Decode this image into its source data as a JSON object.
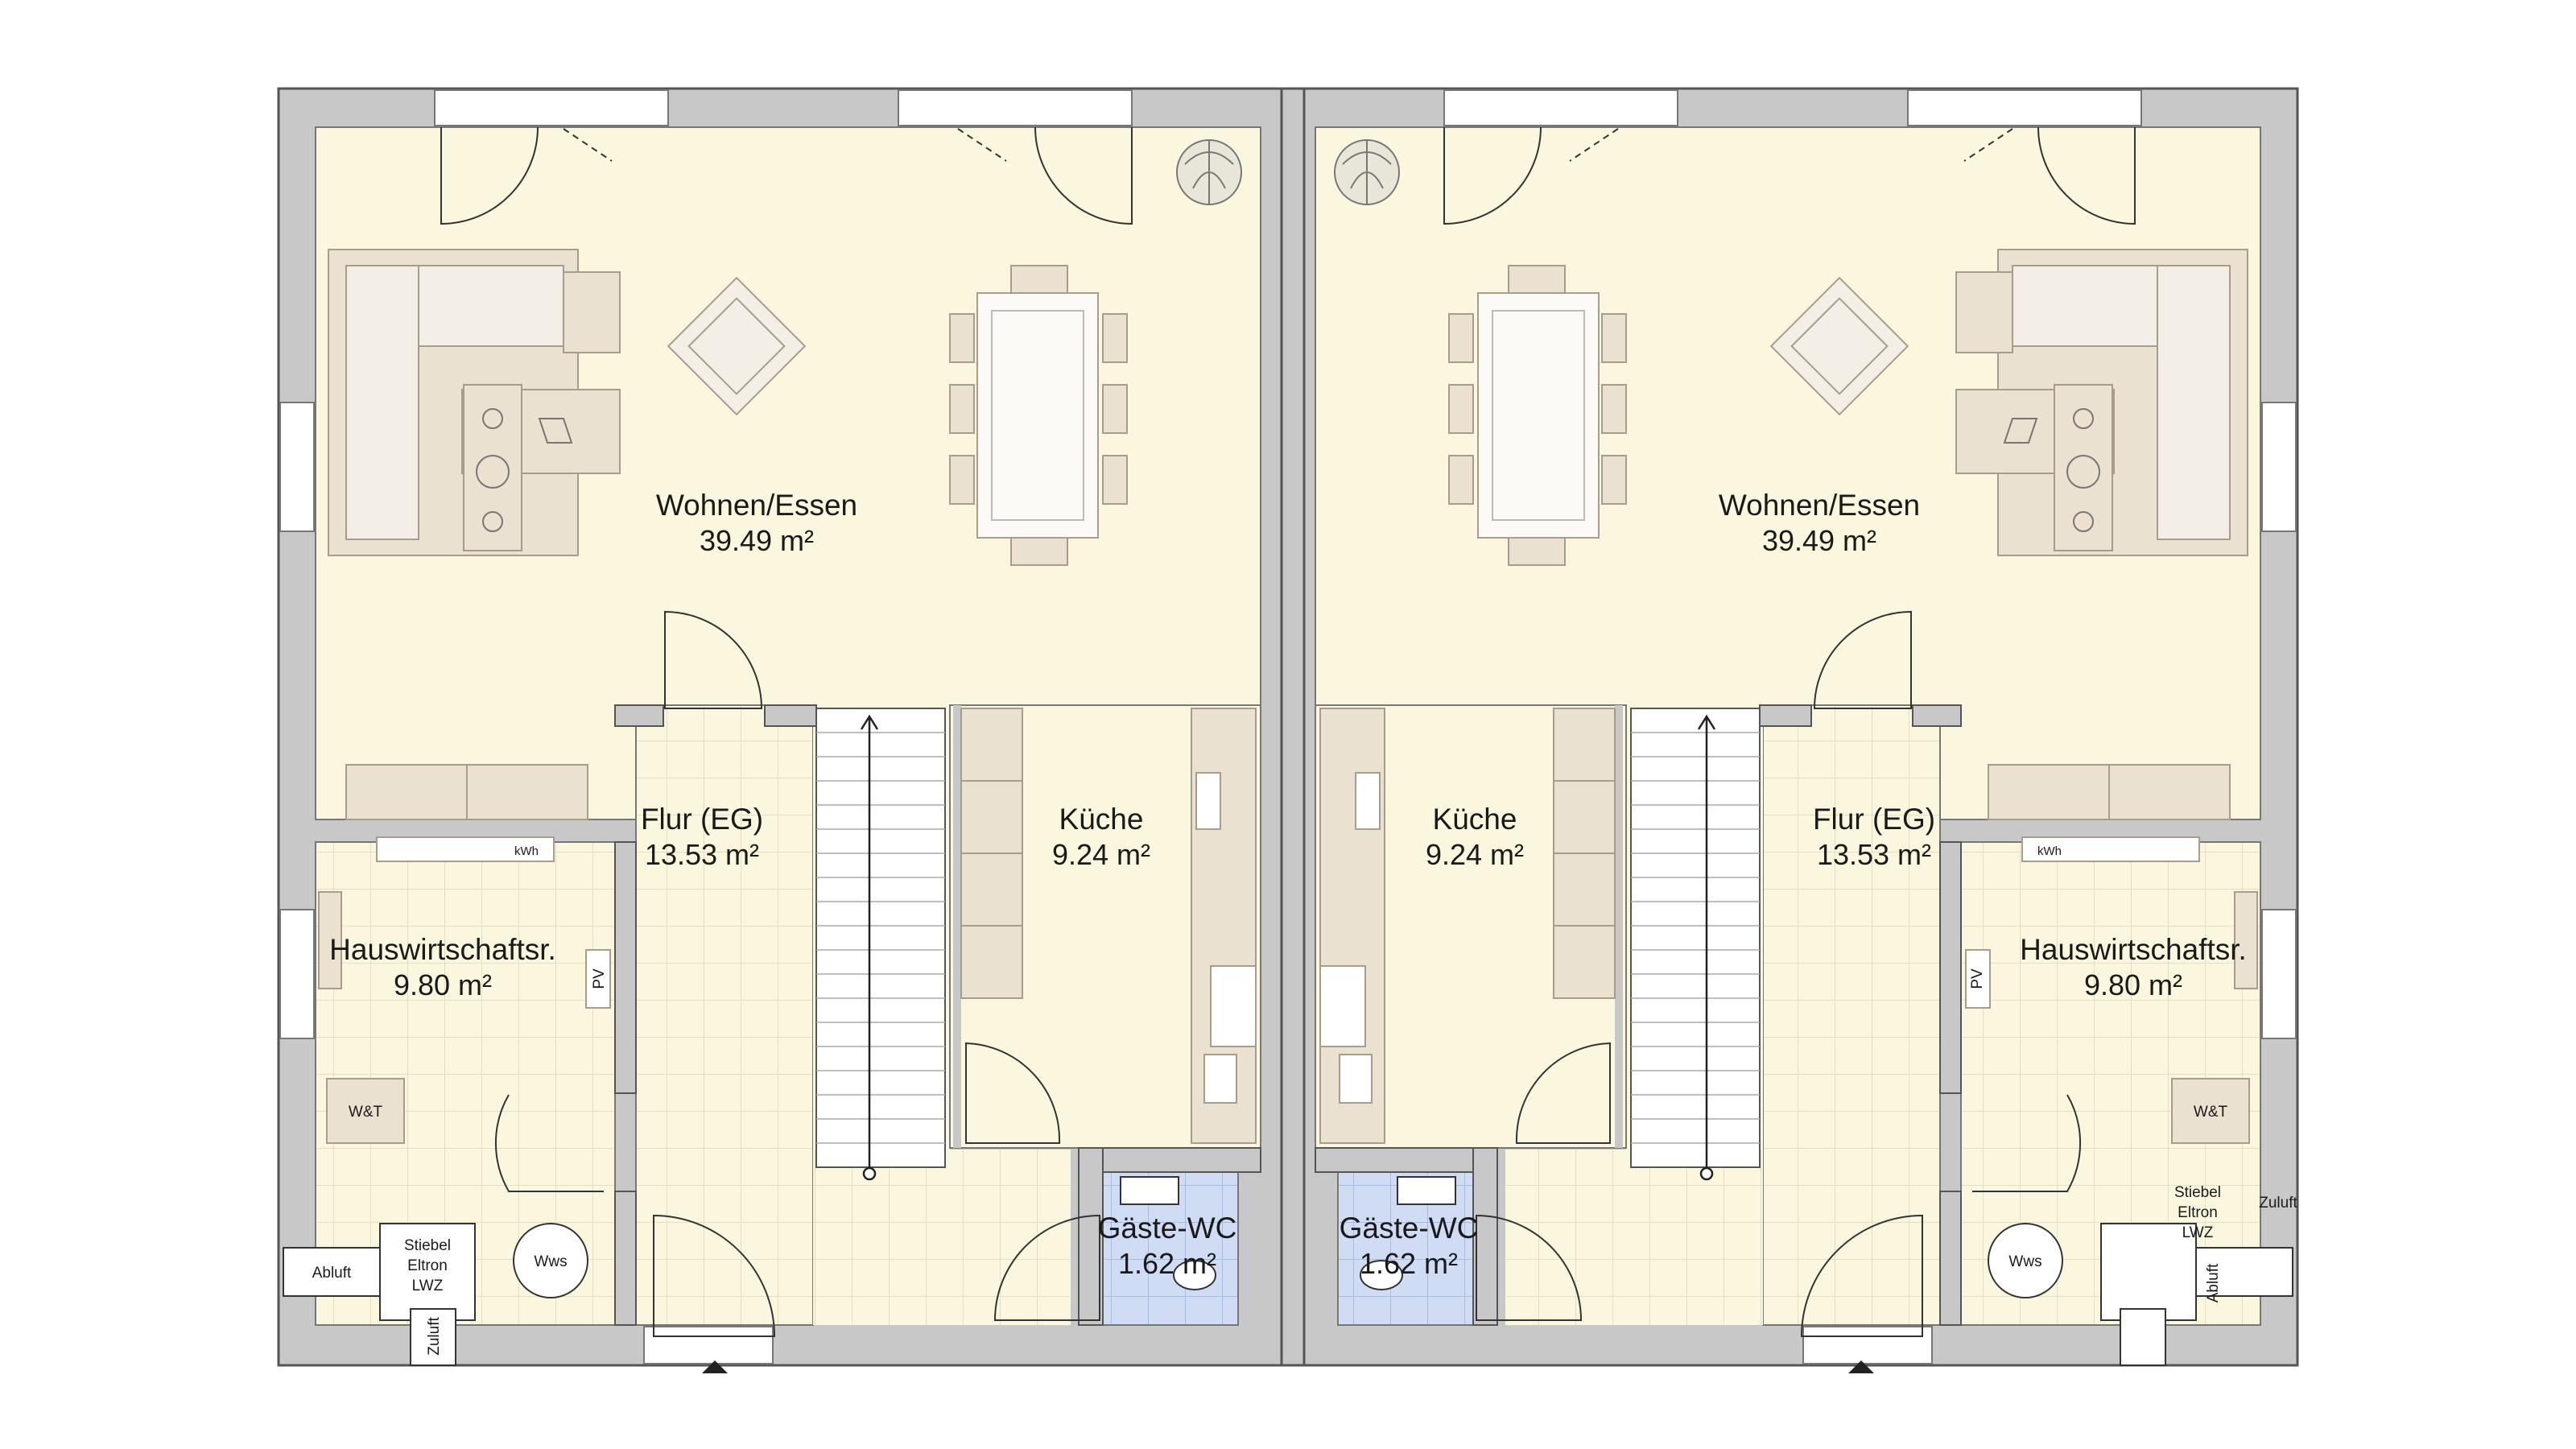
{
  "units": [
    {
      "rooms": {
        "wohnen": {
          "name": "Wohnen/Essen",
          "area": "39.49 m²"
        },
        "flur": {
          "name": "Flur (EG)",
          "area": "13.53 m²"
        },
        "kueche": {
          "name": "Küche",
          "area": "9.24 m²"
        },
        "hwr": {
          "name": "Hauswirtschaftsr.",
          "area": "9.80 m²"
        },
        "wc": {
          "name": "Gäste-WC",
          "area": "1.62 m²"
        }
      },
      "labels": {
        "abluft": "Abluft",
        "zuluft": "Zuluft",
        "lwz_1": "Stiebel",
        "lwz_2": "Eltron",
        "lwz_3": "LWZ",
        "wws": "Wws",
        "wt": "W&T",
        "pv": "PV",
        "kwh": "kWh"
      }
    },
    {
      "rooms": {
        "wohnen": {
          "name": "Wohnen/Essen",
          "area": "39.49 m²"
        },
        "flur": {
          "name": "Flur (EG)",
          "area": "13.53 m²"
        },
        "kueche": {
          "name": "Küche",
          "area": "9.24 m²"
        },
        "hwr": {
          "name": "Hauswirtschaftsr.",
          "area": "9.80 m²"
        },
        "wc": {
          "name": "Gäste-WC",
          "area": "1.62 m²"
        }
      },
      "labels": {
        "abluft": "Abluft",
        "zuluft": "Zuluft",
        "lwz_1": "Stiebel",
        "lwz_2": "Eltron",
        "lwz_3": "LWZ",
        "wws": "Wws",
        "wt": "W&T",
        "pv": "PV",
        "kwh": "kWh"
      }
    }
  ],
  "colors": {
    "wall": "#c9c8c8",
    "wall_edge": "#555555",
    "living_floor": "#fbf7df",
    "tile_floor": "#fbf7df",
    "tile_grid": "#e3dfc4",
    "wc_floor": "#cfdcf3",
    "furniture": "#eae1d1",
    "furniture_edge": "#a89d8c"
  }
}
